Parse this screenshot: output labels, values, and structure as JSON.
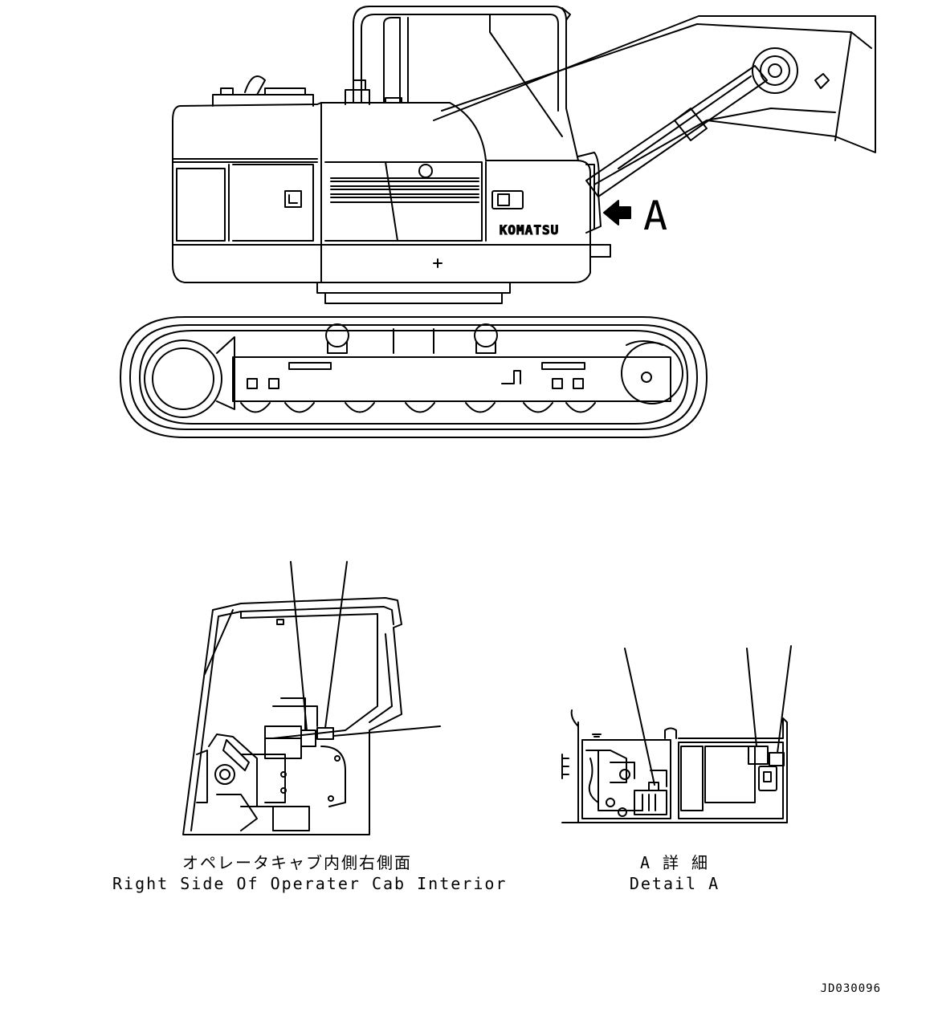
{
  "machine": {
    "brand_label": "KOMATSU",
    "view_marker": "A"
  },
  "captions": {
    "cab_interior": {
      "japanese": "オペレータキャブ内側右側面",
      "english": "Right Side Of Operater Cab Interior"
    },
    "detail_a": {
      "japanese": "A 詳 細",
      "english": "Detail A"
    }
  },
  "drawing_code": "JD030096"
}
